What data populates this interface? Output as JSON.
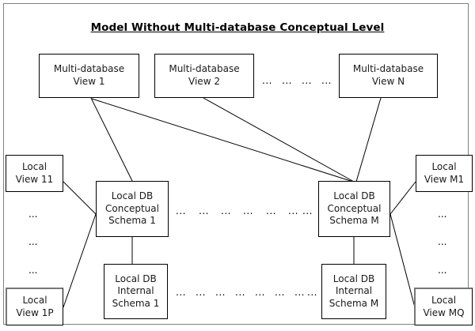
{
  "figure": {
    "title": "Model Without Multi-database Conceptual Level",
    "ellipsis": "...",
    "colors": {
      "background": "#ffffff",
      "frame_border": "#808080",
      "box_border": "#000000",
      "text": "#1a1a1a",
      "line": "#000000"
    }
  },
  "multidatabase_views": [
    {
      "line1": "Multi-database",
      "line2": "View 1"
    },
    {
      "line1": "Multi-database",
      "line2": "View 2"
    },
    {
      "line1": "Multi-database",
      "line2": "View N"
    }
  ],
  "top_row_ellipses": [
    "...",
    "...",
    "...",
    "..."
  ],
  "conceptual_schemas": [
    {
      "line1": "Local DB",
      "line2": "Conceptual",
      "line3": "Schema 1"
    },
    {
      "line1": "Local DB",
      "line2": "Conceptual",
      "line3": "Schema M"
    }
  ],
  "conceptual_row_ellipses": [
    "...",
    "...",
    "...",
    "...",
    "...",
    "...",
    "..."
  ],
  "internal_schemas": [
    {
      "line1": "Local DB",
      "line2": "Internal",
      "line3": "Schema 1"
    },
    {
      "line1": "Local DB",
      "line2": "Internal",
      "line3": "Schema M"
    }
  ],
  "internal_row_ellipses": [
    "...",
    "...",
    "...",
    "...",
    "...",
    "...",
    "...",
    "..."
  ],
  "left_local_views": {
    "top": {
      "line1": "Local",
      "line2": "View 11"
    },
    "bottom": {
      "line1": "Local",
      "line2": "View 1P"
    },
    "vertical_ellipses": [
      "...",
      "...",
      "..."
    ]
  },
  "right_local_views": {
    "top": {
      "line1": "Local",
      "line2": "View M1"
    },
    "bottom": {
      "line1": "Local",
      "line2": "View MQ"
    },
    "vertical_ellipses": [
      "...",
      "...",
      "..."
    ]
  }
}
